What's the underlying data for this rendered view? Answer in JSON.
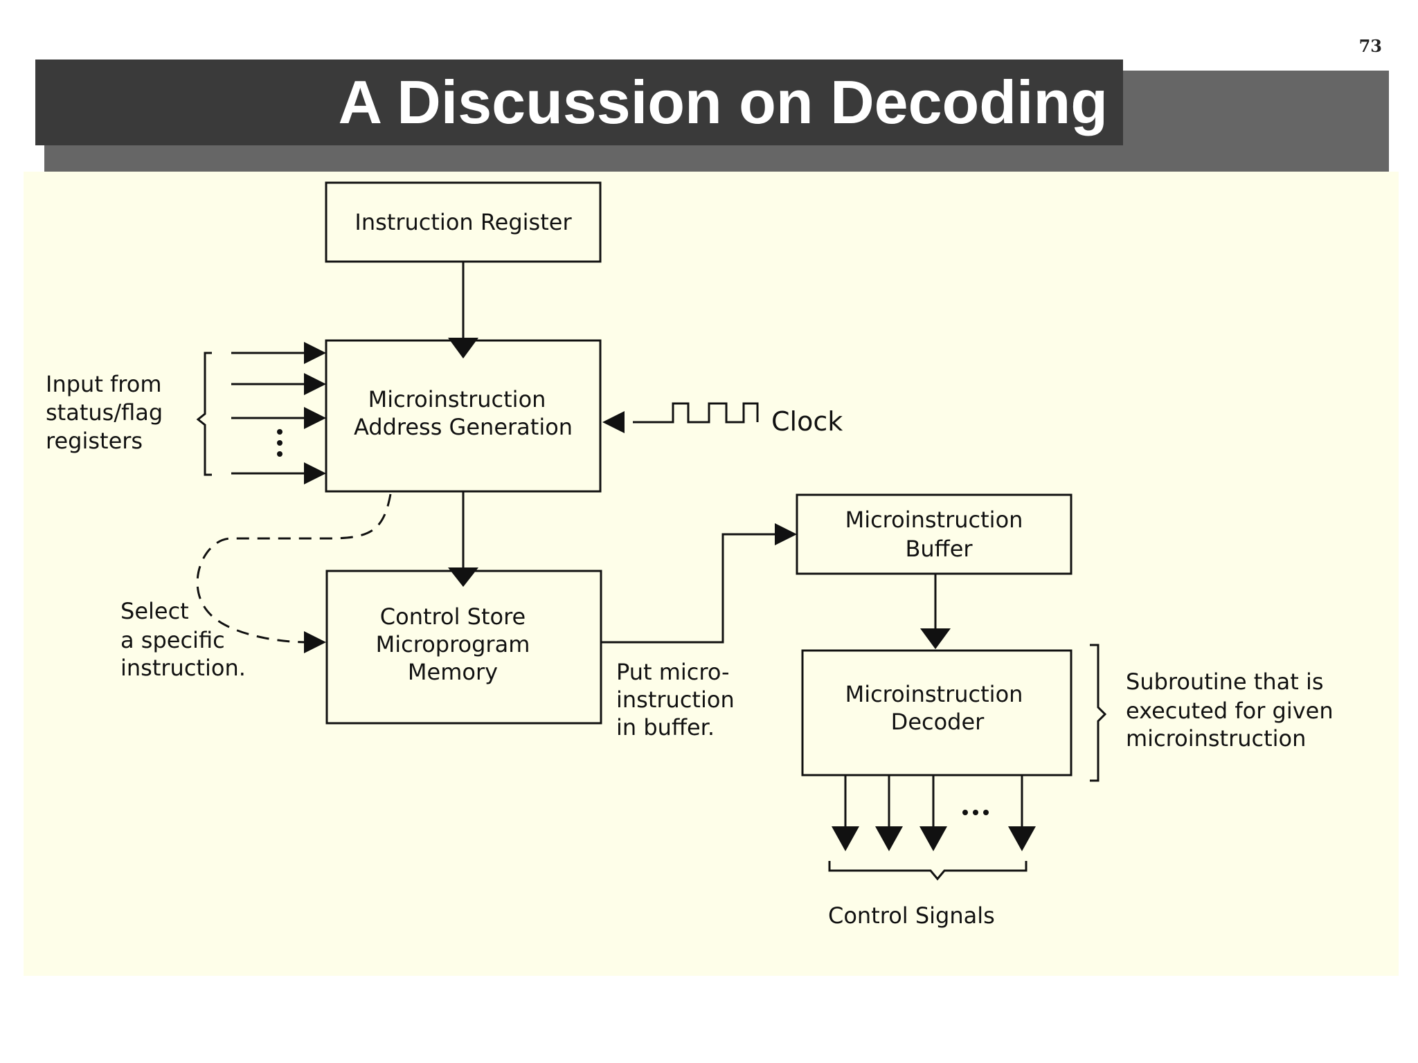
{
  "page_number": "73",
  "title": "A Discussion on Decoding",
  "diagram": {
    "boxes": {
      "instruction_register": [
        "Instruction Register"
      ],
      "address_generation": [
        "Microinstruction",
        "Address Generation"
      ],
      "control_store": [
        "Control Store",
        "Microprogram",
        "Memory"
      ],
      "buffer": [
        "Microinstruction",
        "Buffer"
      ],
      "decoder": [
        "Microinstruction",
        "Decoder"
      ]
    },
    "labels": {
      "input_from": [
        "Input from",
        "status/flag",
        "registers"
      ],
      "clock": "Clock",
      "select": [
        "Select",
        "a specific",
        "instruction."
      ],
      "put_micro": [
        "Put micro-",
        "instruction",
        "in buffer."
      ],
      "subroutine": [
        "Subroutine that is",
        "executed for given",
        "microinstruction"
      ],
      "control_signals": "Control Signals",
      "dots_vertical": "⋮",
      "dots_horizontal": "..."
    }
  }
}
